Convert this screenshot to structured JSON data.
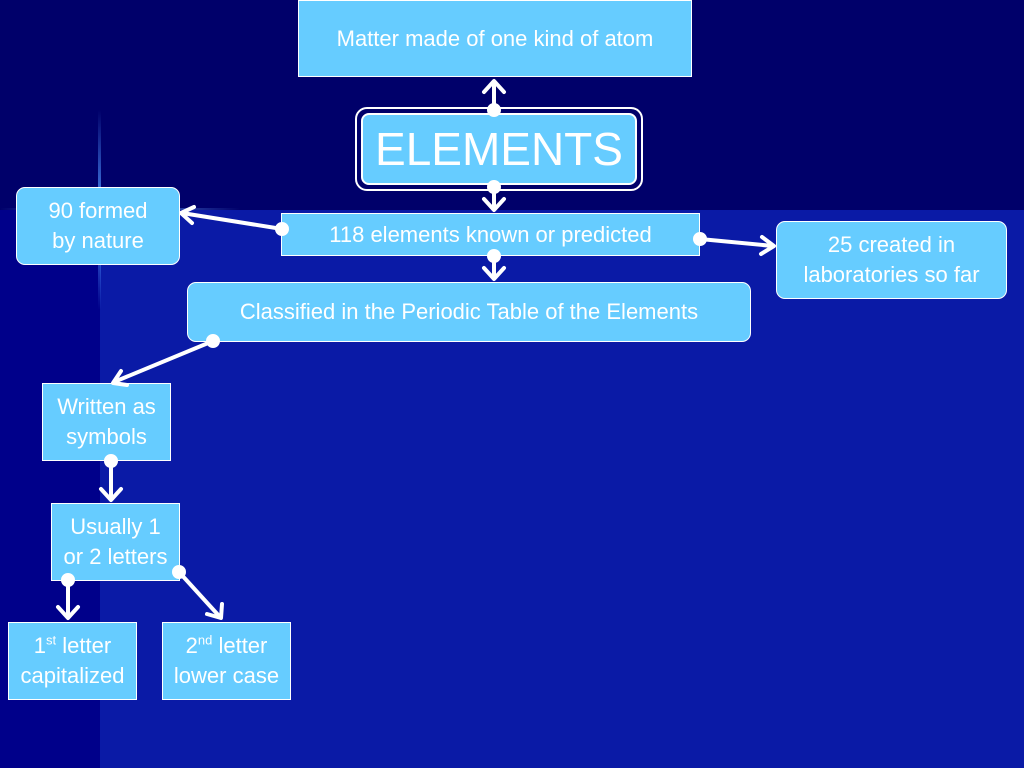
{
  "diagram": {
    "nodes": {
      "matter": "Matter made of one kind of atom",
      "elements": "ELEMENTS",
      "known": "118 elements known or predicted",
      "nature_line1": "90 formed",
      "nature_line2": "by nature",
      "labs_line1": "25 created in",
      "labs_line2": "laboratories so far",
      "classified": "Classified in the Periodic Table of the Elements",
      "symbols_line1": "Written as",
      "symbols_line2": "symbols",
      "letters_line1": "Usually 1",
      "letters_line2": "or 2 letters",
      "first_num": "1",
      "first_sup": "st",
      "first_rest": " letter",
      "first_line2": "capitalized",
      "second_num": "2",
      "second_sup": "nd",
      "second_rest": " letter",
      "second_line2": "lower case"
    },
    "colors": {
      "node_fill": "#66ccff",
      "text": "#ffffff",
      "connector": "#ffffff"
    }
  }
}
